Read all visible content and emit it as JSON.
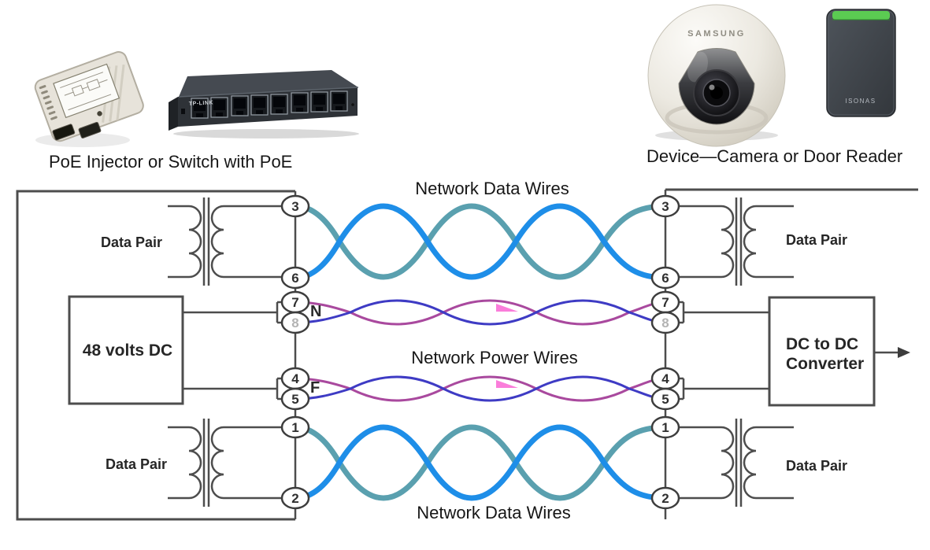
{
  "equipment": {
    "left_caption": "PoE Injector or Switch with PoE",
    "right_caption": "Device—Camera or Door Reader",
    "switch_brand": "TP-LINK",
    "camera_brand": "SAMSUNG",
    "reader_brand": "ISONAS"
  },
  "schematic": {
    "top_label": "Network Data Wires",
    "middle_label": "Network Power Wires",
    "bottom_label": "Network Data Wires",
    "source_box_label": "48 volts DC",
    "converter_line1": "DC to DC",
    "converter_line2": "Converter",
    "data_pair_left_top": "Data Pair",
    "data_pair_left_bottom": "Data Pair",
    "data_pair_right_top": "Data Pair",
    "data_pair_right_bottom": "Data Pair",
    "stray_letter_power_top": "N",
    "stray_letter_power_bottom": "F",
    "left_pins": [
      "3",
      "6",
      "7",
      "8",
      "4",
      "5",
      "1",
      "2"
    ],
    "right_pins": [
      "3",
      "6",
      "7",
      "8",
      "4",
      "5",
      "1",
      "2"
    ],
    "colors": {
      "outline": "#4d4d4d",
      "data_wire_blue": "#1e8ee8",
      "data_wire_teal": "#5aa0af",
      "power_wire_violet": "#3e3bc4",
      "power_wire_magenta": "#a9499e",
      "highlight_pink": "#f966d4"
    }
  }
}
